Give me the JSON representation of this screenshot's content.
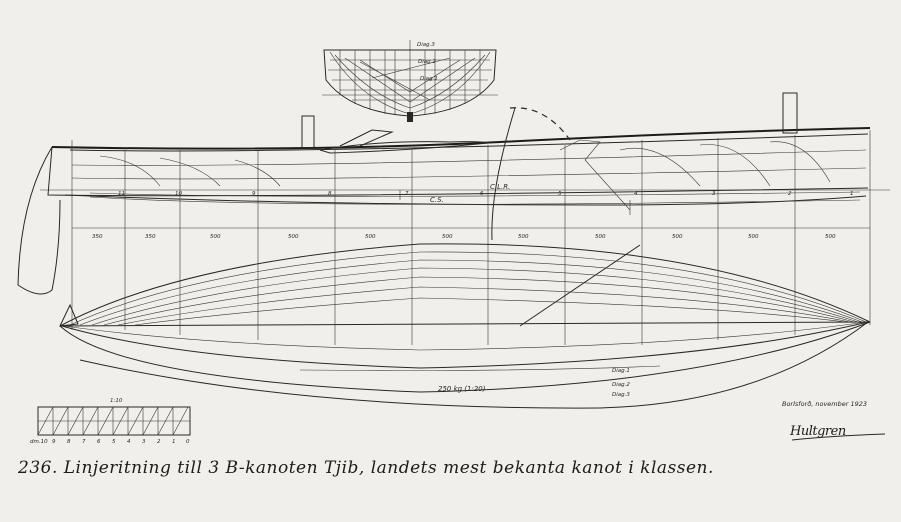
{
  "caption": "236. Linjeritning till 3 B-kanoten Tjib, landets mest bekanta kanot i klassen.",
  "dateline": "Borlsforð, november 1923",
  "signature": "Hultgren",
  "station_spacings": [
    "350",
    "350",
    "500",
    "500",
    "500",
    "500",
    "500",
    "500",
    "500",
    "500",
    "500"
  ],
  "station_numbers": [
    "11",
    "10",
    "9",
    "8",
    "7",
    "6",
    "5",
    "4",
    "3",
    "2",
    "1"
  ],
  "scale": {
    "label": "1:10",
    "ticks": [
      "dm.10",
      "9",
      "8",
      "7",
      "6",
      "5",
      "4",
      "3",
      "2",
      "1",
      "0"
    ]
  },
  "waterline_labels": [
    "C.L.R.",
    "C.S."
  ],
  "section_labels": [
    "Diag.3",
    "Diag.2",
    "Diag.1"
  ],
  "diagonal_labels": [
    "Diag.1",
    "Diag.2",
    "Diag.3"
  ],
  "ballast_label": "250 kg (1:20)"
}
